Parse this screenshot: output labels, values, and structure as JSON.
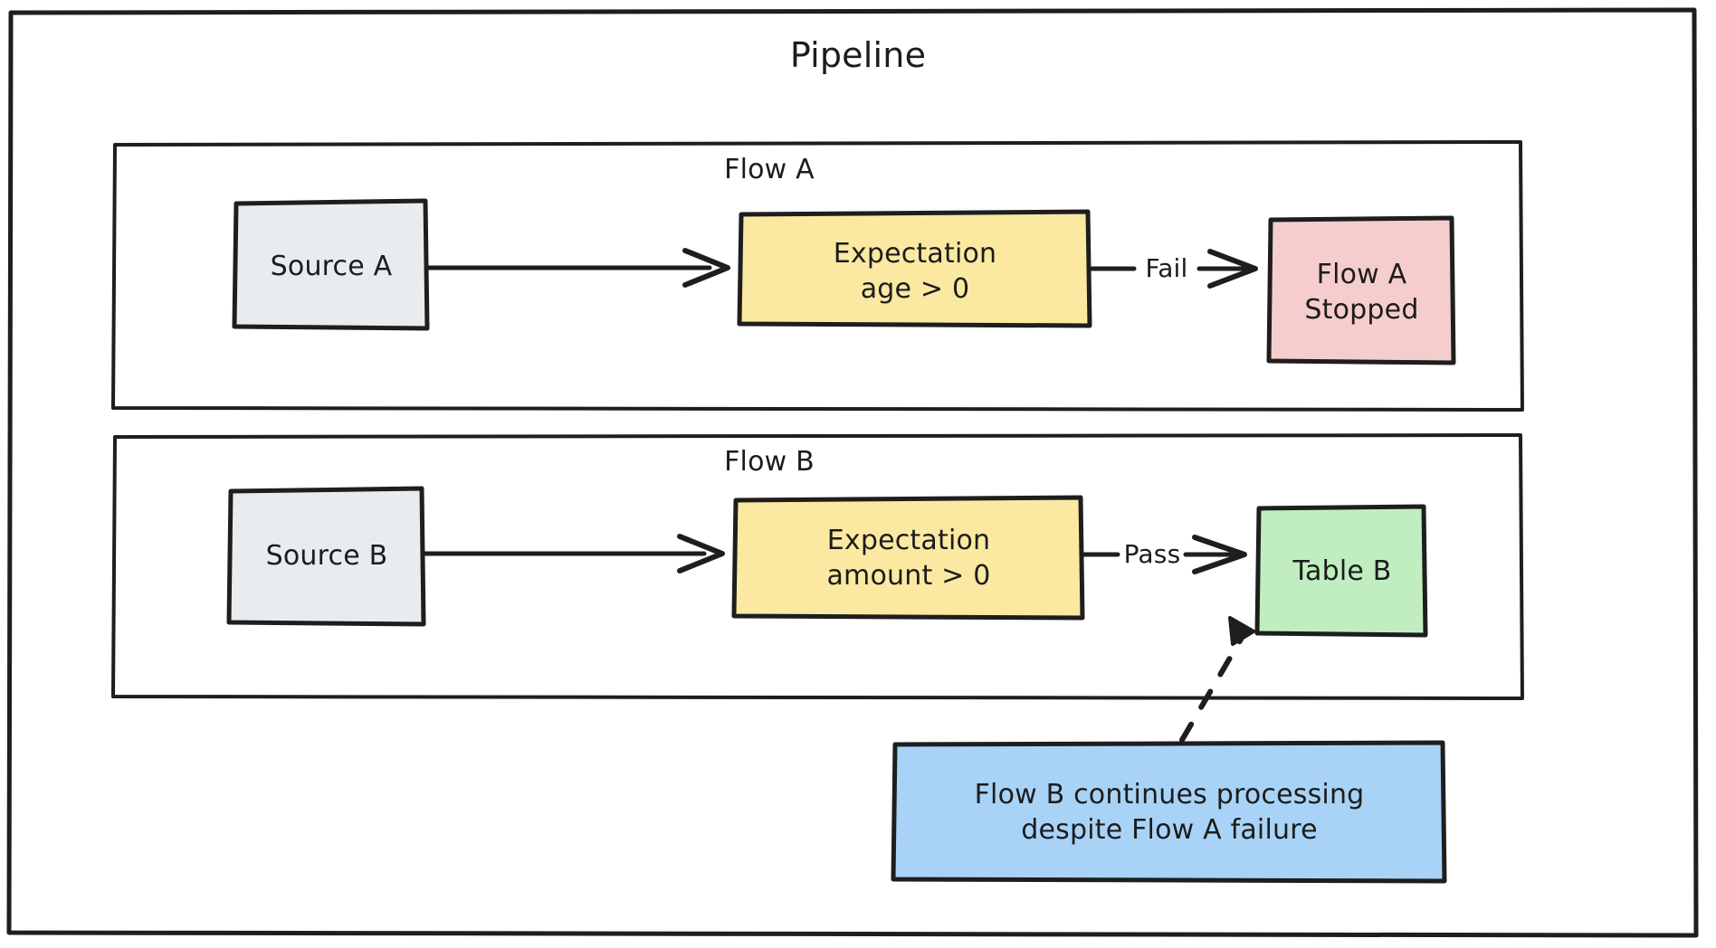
{
  "diagram": {
    "type": "flowchart",
    "title": "Pipeline",
    "style": "hand-drawn",
    "background_color": "#ffffff",
    "stroke_color": "#1e1e1e"
  },
  "containers": [
    {
      "id": "pipeline",
      "label": "Pipeline",
      "label_position": "top-center",
      "fill": "none",
      "border_color": "#1e1e1e"
    },
    {
      "id": "flow_a",
      "label": "Flow A",
      "label_position": "top-center",
      "fill": "none",
      "border_color": "#1e1e1e"
    },
    {
      "id": "flow_b",
      "label": "Flow B",
      "label_position": "top-center",
      "fill": "none",
      "border_color": "#1e1e1e"
    }
  ],
  "nodes": [
    {
      "id": "source_a",
      "label": "Source A",
      "fill": "#e8ecef",
      "border_color": "#1e1e1e",
      "group": "flow_a"
    },
    {
      "id": "expectation_a",
      "label": "Expectation\nage > 0",
      "line1": "Expectation",
      "line2": "age > 0",
      "fill": "#fbe9a2",
      "border_color": "#1e1e1e",
      "group": "flow_a"
    },
    {
      "id": "flow_a_stopped",
      "label": "Flow A\nStopped",
      "line1": "Flow A",
      "line2": "Stopped",
      "fill": "#f6cdcd",
      "border_color": "#1e1e1e",
      "group": "flow_a"
    },
    {
      "id": "source_b",
      "label": "Source B",
      "fill": "#e8ecef",
      "border_color": "#1e1e1e",
      "group": "flow_b"
    },
    {
      "id": "expectation_b",
      "label": "Expectation\namount > 0",
      "line1": "Expectation",
      "line2": "amount > 0",
      "fill": "#fbe9a2",
      "border_color": "#1e1e1e",
      "group": "flow_b"
    },
    {
      "id": "table_b",
      "label": "Table B",
      "fill": "#c0eec0",
      "border_color": "#1e1e1e",
      "group": "flow_b"
    },
    {
      "id": "note",
      "label": "Flow B continues processing\ndespite Flow A failure",
      "line1": "Flow B continues processing",
      "line2": "despite Flow A failure",
      "fill": "#a8d3f7",
      "border_color": "#1e1e1e",
      "group": "pipeline"
    }
  ],
  "edges": [
    {
      "id": "e1",
      "from": "source_a",
      "to": "expectation_a",
      "label": "",
      "style": "solid"
    },
    {
      "id": "e2",
      "from": "expectation_a",
      "to": "flow_a_stopped",
      "label": "Fail",
      "style": "solid"
    },
    {
      "id": "e3",
      "from": "source_b",
      "to": "expectation_b",
      "label": "",
      "style": "solid"
    },
    {
      "id": "e4",
      "from": "expectation_b",
      "to": "table_b",
      "label": "Pass",
      "style": "solid"
    },
    {
      "id": "e5",
      "from": "note",
      "to": "table_b",
      "label": "",
      "style": "dashed"
    }
  ]
}
